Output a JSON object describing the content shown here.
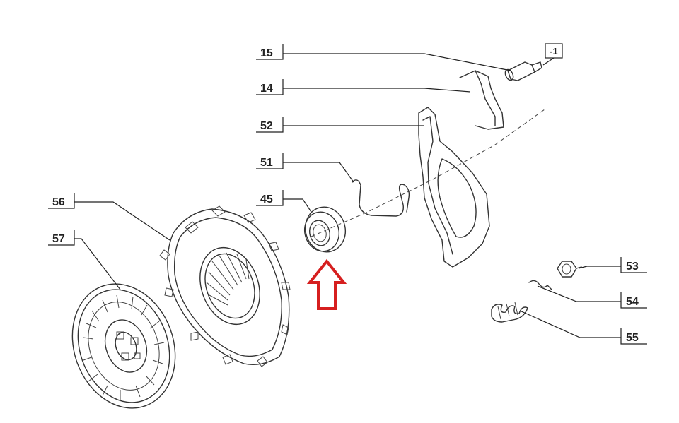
{
  "diagram": {
    "callouts": [
      {
        "id": "15",
        "label": "15"
      },
      {
        "id": "14",
        "label": "14"
      },
      {
        "id": "52",
        "label": "52"
      },
      {
        "id": "51",
        "label": "51"
      },
      {
        "id": "45",
        "label": "45"
      },
      {
        "id": "56",
        "label": "56"
      },
      {
        "id": "57",
        "label": "57"
      },
      {
        "id": "53",
        "label": "53"
      },
      {
        "id": "54",
        "label": "54"
      },
      {
        "id": "55",
        "label": "55"
      }
    ],
    "reference_box": {
      "label": "-1"
    },
    "highlight": {
      "icon": "up-arrow-icon",
      "color": "#d61f1f"
    },
    "colors": {
      "line": "#333333",
      "highlight": "#d61f1f",
      "background": "#ffffff"
    }
  }
}
